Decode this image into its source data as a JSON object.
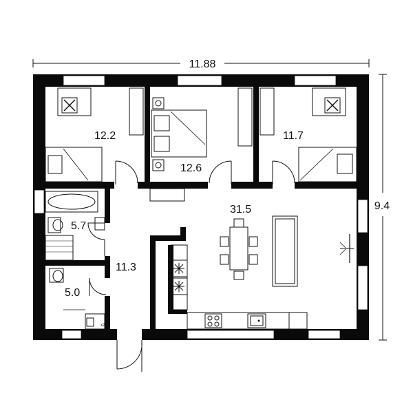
{
  "dimensions": {
    "width": "11.88",
    "height": "9.4"
  },
  "rooms": {
    "bedroom_left": "12.2",
    "bedroom_middle": "12.6",
    "bedroom_right": "11.7",
    "bathroom": "5.7",
    "hall": "11.3",
    "wc": "5.0",
    "living_kitchen": "31.5"
  },
  "misc": {
    "cabinet_mark": "x2"
  }
}
